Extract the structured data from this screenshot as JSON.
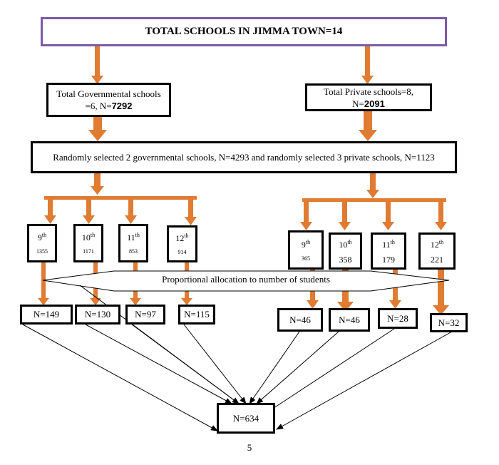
{
  "title": "TOTAL SCHOOLS IN JIMMA TOWN=14",
  "governmental": {
    "line1": "Total Governmental schools",
    "line2_pre": "=6, N=",
    "line2_num": "7292"
  },
  "private": {
    "pre": "Total Private schools=8, N=",
    "num": "2091"
  },
  "selection": "Randomly selected 2 governmental schools, N=4293 and randomly selected 3 private schools, N=1123",
  "allocation_label": "Proportional allocation to number of students",
  "gov_grades": [
    {
      "num": "9",
      "suffix": "th",
      "count": "1355",
      "sample": "N=149"
    },
    {
      "num": "10",
      "suffix": "th",
      "count": "1171",
      "sample": "N=130"
    },
    {
      "num": "11",
      "suffix": "th",
      "count": "853",
      "sample": "N=97"
    },
    {
      "num": "12",
      "suffix": "th",
      "count": "914",
      "sample": "N=115"
    }
  ],
  "priv_grades": [
    {
      "num": "9",
      "suffix": "th",
      "count": "365",
      "sample": "N=46"
    },
    {
      "num": "10",
      "suffix": "th",
      "count": "358",
      "sample": "N=46"
    },
    {
      "num": "11",
      "suffix": "th",
      "count": "179",
      "sample": "N=28"
    },
    {
      "num": "12",
      "suffix": "th",
      "count": "221",
      "sample": "N=32"
    }
  ],
  "total": "N=634",
  "page_number": "5",
  "colors": {
    "arrow": "#e07b32",
    "title_border": "#7b5aa6",
    "box_border": "#000000"
  }
}
